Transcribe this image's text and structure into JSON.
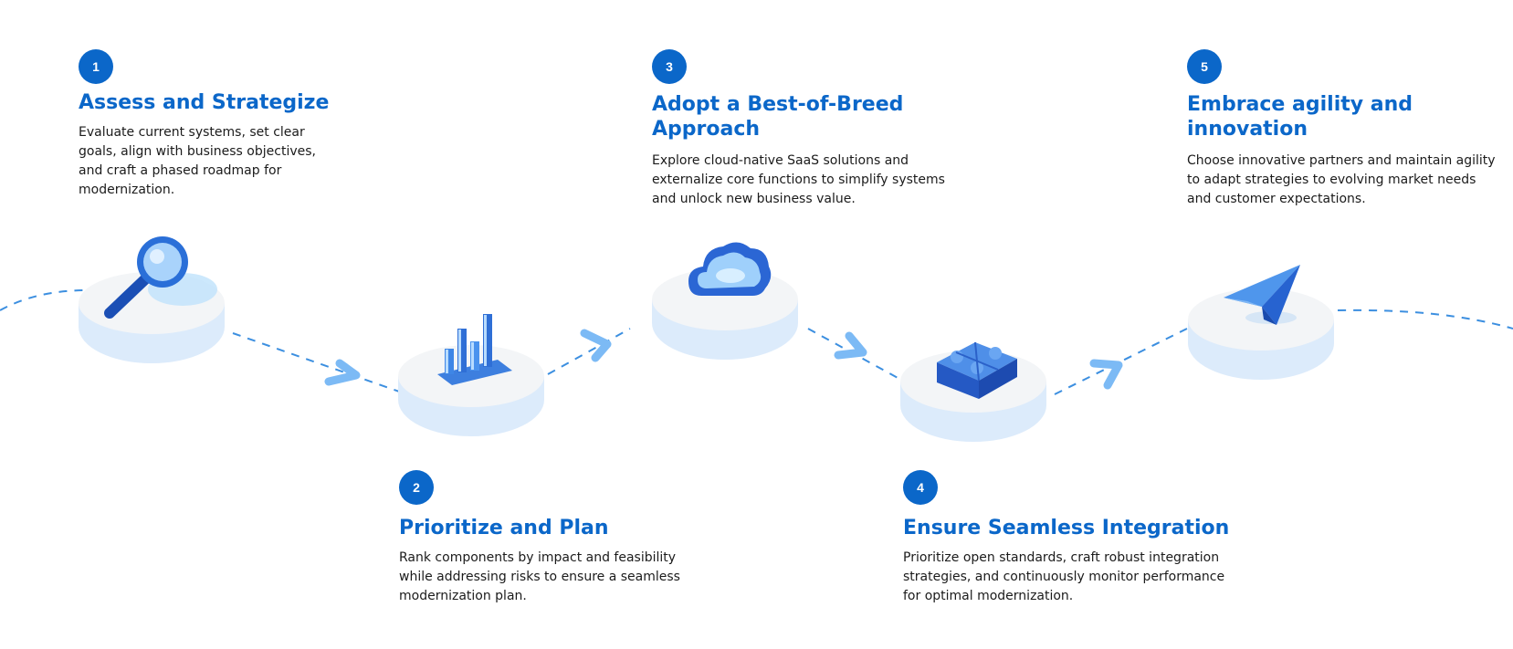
{
  "steps": [
    {
      "number": "1",
      "title": "Assess and Strategize",
      "description": "Evaluate current systems, set clear goals, align with business objectives, and craft a phased roadmap for modernization.",
      "icon": "magnifier-icon"
    },
    {
      "number": "2",
      "title": "Prioritize and Plan",
      "description": "Rank components by impact and feasibility while addressing risks to ensure a seamless modernization plan.",
      "icon": "bar-chart-icon"
    },
    {
      "number": "3",
      "title": "Adopt a Best-of-Breed Approach",
      "description": "Explore cloud-native SaaS solutions and externalize core functions to simplify systems and unlock new business value.",
      "icon": "cloud-icon"
    },
    {
      "number": "4",
      "title": "Ensure Seamless Integration",
      "description": "Prioritize open standards, craft robust integration strategies, and continuously monitor performance for optimal modernization.",
      "icon": "puzzle-icon"
    },
    {
      "number": "5",
      "title": "Embrace agility and innovation",
      "description": "Choose innovative partners and maintain agility to adapt strategies to evolving market needs and customer expectations.",
      "icon": "paper-plane-icon"
    }
  ],
  "colors": {
    "accent": "#0b67c9",
    "path": "#3c8fe0",
    "pedestal_side": "#dcebfb",
    "pedestal_top": "#f4f6f8"
  }
}
